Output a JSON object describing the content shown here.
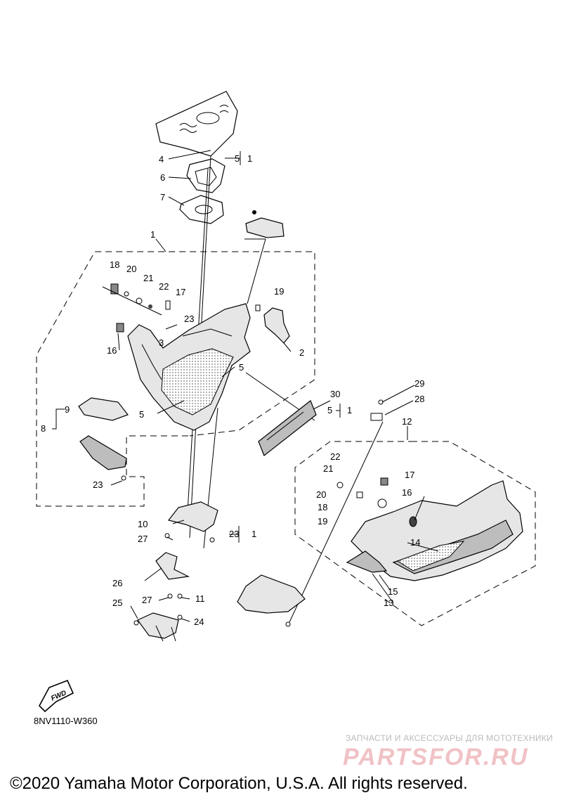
{
  "diagram": {
    "code": "8NV1110-W360",
    "copyright": "©2020 Yamaha Motor Corporation, U.S.A. All rights reserved.",
    "fwd_label": "FWD",
    "watermark": {
      "tagline": "ЗАПЧАСТИ И АКСЕССУАРЫ ДЛЯ МОТОТЕХНИКИ",
      "brand": "PARTSFOR.RU"
    },
    "callouts": {
      "c1": "1",
      "c2": "2",
      "c3": "3",
      "c4": "4",
      "c5a": "5",
      "c5b": "5",
      "c5c": "5",
      "c5d": "5",
      "c6": "6",
      "c7": "7",
      "c8": "8",
      "c9": "9",
      "c10": "10",
      "c11": "11",
      "c12": "12",
      "c13": "13",
      "c14": "14",
      "c15": "15",
      "c16a": "16",
      "c16b": "16",
      "c17a": "17",
      "c17b": "17",
      "c18a": "18",
      "c18b": "18",
      "c19a": "19",
      "c19b": "19",
      "c20a": "20",
      "c20b": "20",
      "c21a": "21",
      "c21b": "21",
      "c22a": "22",
      "c22b": "22",
      "c23a": "23",
      "c23b": "23",
      "c23c": "23",
      "c24": "24",
      "c25": "25",
      "c26": "26",
      "c27a": "27",
      "c27b": "27",
      "c28": "28",
      "c29": "29",
      "c30": "30",
      "g1a": "1",
      "g1b": "1",
      "g1c": "1"
    }
  }
}
